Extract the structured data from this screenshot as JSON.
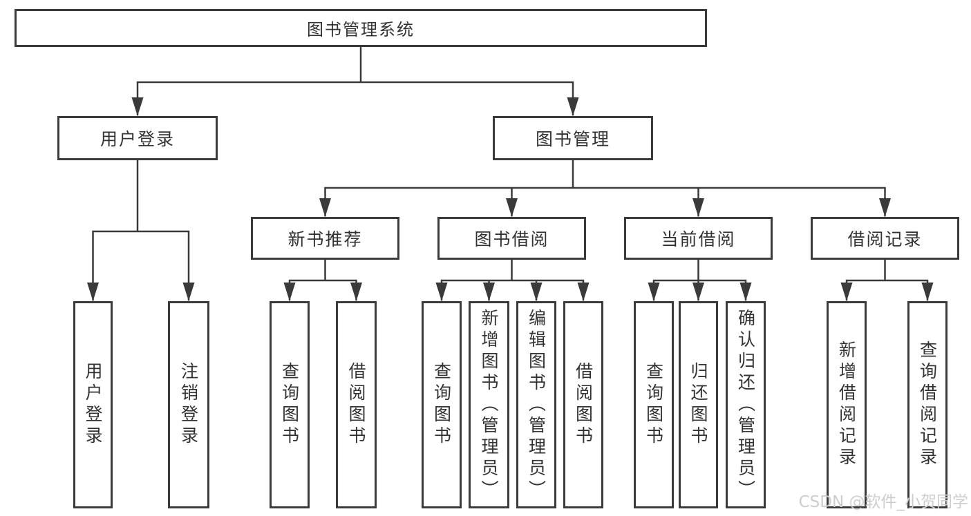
{
  "diagram_title": "图书管理系统",
  "nodes": {
    "root": "图书管理系统",
    "user_login": "用户登录",
    "book_mgmt": "图书管理",
    "new_books": "新书推荐",
    "book_borrow": "图书借阅",
    "current_borrow": "当前借阅",
    "borrow_records": "借阅记录"
  },
  "leaves": {
    "user_login_group": [
      "用户登录",
      "注销登录"
    ],
    "new_books_group": [
      "查询图书",
      "借阅图书"
    ],
    "book_borrow_group": [
      "查询图书",
      "新增图书（管理员）",
      "编辑图书（管理员）",
      "借阅图书"
    ],
    "current_borrow_group": [
      "查询图书",
      "归还图书",
      "确认归还（管理员）"
    ],
    "borrow_records_group": [
      "新增借阅记录",
      "查询借阅记录"
    ]
  },
  "watermark": "CSDN @软件_小贺同学",
  "colors": {
    "line": "#3a3a3a",
    "box_border": "#3a3a3a",
    "text": "#333333",
    "watermark": "#cdcdcd",
    "background": "#ffffff"
  }
}
